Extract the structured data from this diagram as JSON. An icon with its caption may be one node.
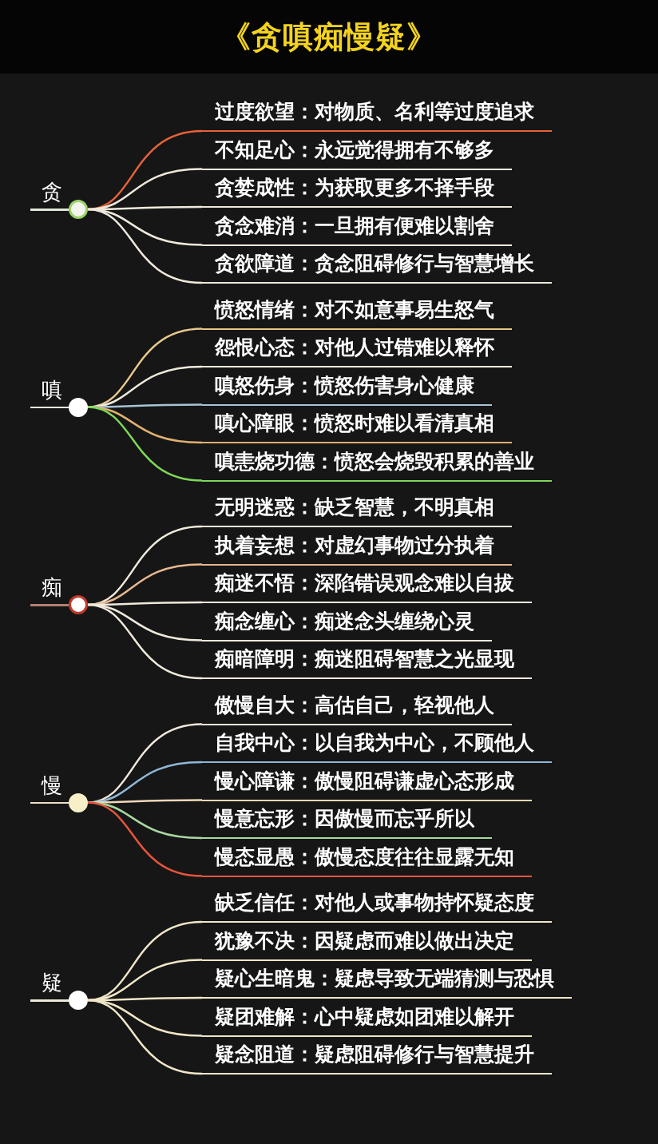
{
  "diagram": {
    "title": "《贪嗔痴慢疑》",
    "nodes": [
      {
        "text": [
          "贪"
        ]
      },
      {
        "text": [
          "过度欲望：对物质、名利等过度追求"
        ]
      },
      {
        "text": [
          "不知足心：永远觉得拥有不够多"
        ]
      },
      {
        "text": [
          "贪婪成性：为获取更多不择手段"
        ]
      },
      {
        "text": [
          "贪念难消：一旦拥有便难以割舍"
        ]
      },
      {
        "text": [
          "贪欲障道：贪念阻碍修行与智慧增长"
        ]
      },
      {
        "text": [
          "嗔"
        ]
      },
      {
        "text": [
          "愤怒情绪：对不如意事易生怒气"
        ]
      },
      {
        "text": [
          "怨恨心态：对他人过错难以释怀"
        ]
      },
      {
        "text": [
          "嗔怒伤身：愤怒伤害身心健康"
        ]
      },
      {
        "text": [
          "嗔心障眼：愤怒时难以看清真相"
        ]
      },
      {
        "text": [
          "嗔恚烧功德：愤怒会烧毁积累的善业"
        ]
      },
      {
        "text": [
          "痴"
        ]
      },
      {
        "text": [
          "无明迷惑：缺乏智慧，不明真相"
        ]
      },
      {
        "text": [
          "执着妄想：对虚幻事物过分执着"
        ]
      },
      {
        "text": [
          "痴迷不悟：深陷错误观念难以自拔"
        ]
      },
      {
        "text": [
          "痴念缠心：痴迷念头缠绕心灵"
        ]
      },
      {
        "text": [
          "痴暗障明：痴迷阻碍智慧之光显现"
        ]
      },
      {
        "text": [
          "慢"
        ]
      },
      {
        "text": [
          "傲慢自大：高估自己，轻视他人"
        ]
      },
      {
        "text": [
          "自我中心：以自我为中心，不顾他人"
        ]
      },
      {
        "text": [
          "慢心障谦：傲慢阻碍谦虚心态形成"
        ]
      },
      {
        "text": [
          "慢意忘形：因傲慢而忘乎所以"
        ]
      },
      {
        "text": [
          "慢态显愚：傲慢态度往往显露无知"
        ]
      },
      {
        "text": [
          "疑"
        ]
      },
      {
        "text": [
          "缺乏信任：对他人或事物持怀疑态度"
        ]
      },
      {
        "text": [
          "犹豫不决：因疑虑而难以做出决定"
        ]
      },
      {
        "text": [
          "疑心生暗鬼：疑虑导致无端猜测与恐惧"
        ]
      },
      {
        "text": [
          "疑团难解：心中疑虑如团难以解开"
        ]
      },
      {
        "text": [
          "疑念阻道：疑虑阻碍修行与智慧提升"
        ]
      }
    ],
    "edges": [
      {
        "from": 0,
        "to": 1,
        "arrow": "none",
        "color": "#e8623a"
      },
      {
        "from": 0,
        "to": 2,
        "arrow": "none"
      },
      {
        "from": 0,
        "to": 3,
        "arrow": "none"
      },
      {
        "from": 0,
        "to": 4,
        "arrow": "none"
      },
      {
        "from": 0,
        "to": 5,
        "arrow": "none"
      },
      {
        "from": 6,
        "to": 7,
        "arrow": "none",
        "color": "#e8c98a"
      },
      {
        "from": 6,
        "to": 8,
        "arrow": "none"
      },
      {
        "from": 6,
        "to": 9,
        "arrow": "none",
        "color": "#a8c4d8"
      },
      {
        "from": 6,
        "to": 10,
        "arrow": "none",
        "color": "#e0b070"
      },
      {
        "from": 6,
        "to": 11,
        "arrow": "none",
        "color": "#7ed957"
      },
      {
        "from": 12,
        "to": 13,
        "arrow": "none"
      },
      {
        "from": 12,
        "to": 14,
        "arrow": "none",
        "color": "#e8b890"
      },
      {
        "from": 12,
        "to": 15,
        "arrow": "none"
      },
      {
        "from": 12,
        "to": 16,
        "arrow": "none"
      },
      {
        "from": 12,
        "to": 17,
        "arrow": "none"
      },
      {
        "from": 18,
        "to": 19,
        "arrow": "none"
      },
      {
        "from": 18,
        "to": 20,
        "arrow": "none",
        "color": "#8fb8d8"
      },
      {
        "from": 18,
        "to": 21,
        "arrow": "none",
        "color": "#f0d8b8"
      },
      {
        "from": 18,
        "to": 22,
        "arrow": "none",
        "color": "#a8d8a0"
      },
      {
        "from": 18,
        "to": 23,
        "arrow": "none",
        "color": "#e8553a"
      },
      {
        "from": 24,
        "to": 25,
        "arrow": "none",
        "color": "#f0e6c8"
      },
      {
        "from": 24,
        "to": 26,
        "arrow": "none",
        "color": "#f0e6c8"
      },
      {
        "from": 24,
        "to": 27,
        "arrow": "none",
        "color": "#f0e6c8"
      },
      {
        "from": 24,
        "to": 28,
        "arrow": "none",
        "color": "#f0e6c8"
      },
      {
        "from": 24,
        "to": 29,
        "arrow": "none",
        "color": "#f0e6c8"
      }
    ]
  }
}
